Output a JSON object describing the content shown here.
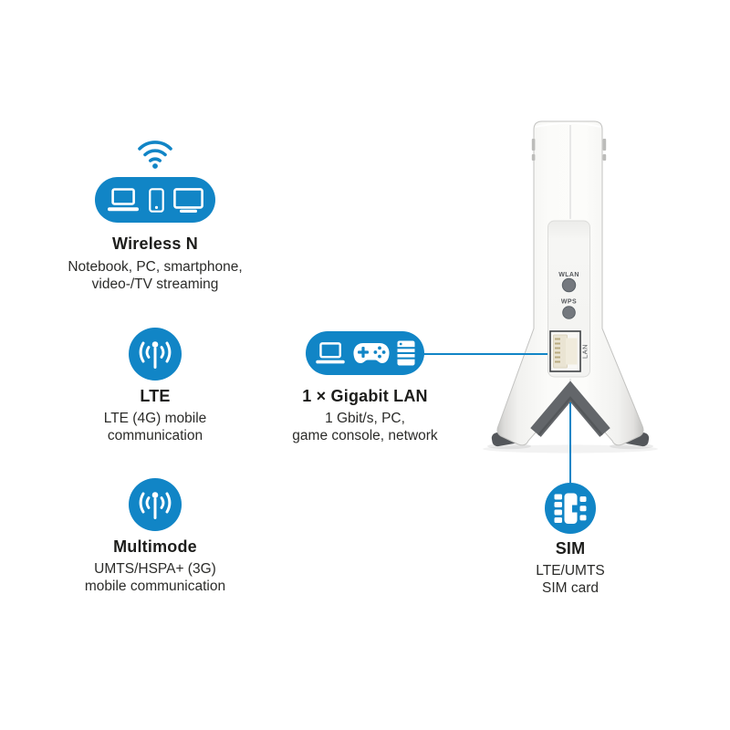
{
  "colors": {
    "accent": "#1185c6",
    "text": "#1d1d1b",
    "muted_text": "#2c2c2a",
    "device_label": "#55585c",
    "stand_gray": "#63666a",
    "button_gray": "#74787e"
  },
  "features": {
    "wireless": {
      "title": "Wireless N",
      "desc_line1": "Notebook, PC, smartphone,",
      "desc_line2": "video-/TV streaming",
      "icons": [
        "wifi-signal-icon",
        "laptop-icon",
        "smartphone-icon",
        "monitor-icon"
      ]
    },
    "lte": {
      "title": "LTE",
      "desc_line1": "LTE (4G) mobile",
      "desc_line2": "communication",
      "icons": [
        "mobile-antenna-icon"
      ]
    },
    "multimode": {
      "title": "Multimode",
      "desc_line1": "UMTS/HSPA+ (3G)",
      "desc_line2": "mobile communication",
      "icons": [
        "mobile-antenna-icon"
      ]
    },
    "lan": {
      "title": "1 × Gigabit LAN",
      "desc_line1": "1 Gbit/s, PC,",
      "desc_line2": "game console, network",
      "icons": [
        "laptop-icon",
        "game-controller-icon",
        "desktop-tower-icon"
      ]
    },
    "sim": {
      "title": "SIM",
      "desc_line1": "LTE/UMTS",
      "desc_line2": "SIM card",
      "icons": [
        "sim-card-icon"
      ]
    }
  },
  "device": {
    "wlan_button_label": "WLAN",
    "wps_button_label": "WPS",
    "lan_port_label": "LAN"
  }
}
